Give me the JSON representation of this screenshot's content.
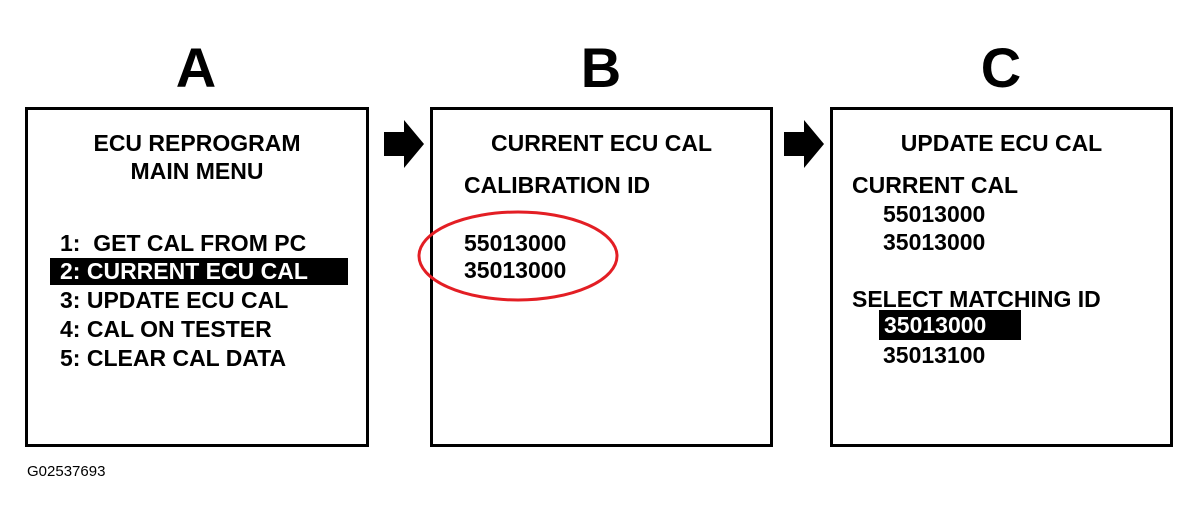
{
  "panels": {
    "a": {
      "letter": "A",
      "title_line1": "ECU REPROGRAM",
      "title_line2": "MAIN MENU",
      "items": [
        {
          "num": "1:",
          "label": "GET CAL FROM PC"
        },
        {
          "num": "2:",
          "label": "CURRENT ECU CAL"
        },
        {
          "num": "3:",
          "label": "UPDATE ECU CAL"
        },
        {
          "num": "4:",
          "label": "CAL ON TESTER"
        },
        {
          "num": "5:",
          "label": "CLEAR CAL DATA"
        }
      ],
      "selected_item": 2
    },
    "b": {
      "letter": "B",
      "title": "CURRENT ECU CAL",
      "subtitle": "CALIBRATION ID",
      "ids": [
        "55013000",
        "35013000"
      ],
      "circle_color": "#e31e24"
    },
    "c": {
      "letter": "C",
      "title": "UPDATE ECU CAL",
      "current_label": "CURRENT CAL",
      "current_ids": [
        "55013000",
        "35013000"
      ],
      "select_label": "SELECT MATCHING ID",
      "options": [
        "35013000",
        "35013100"
      ],
      "selected_option": 1
    }
  },
  "arrows": [
    "right-arrow",
    "right-arrow"
  ],
  "figure_code": "G02537693"
}
